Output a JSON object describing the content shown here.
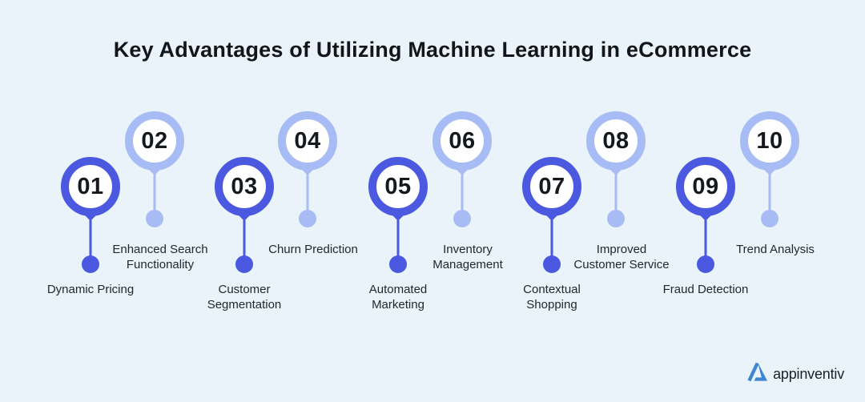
{
  "title": "Key Advantages of Utilizing Machine Learning in eCommerce",
  "items": [
    {
      "number": "01",
      "label": "Dynamic Pricing",
      "tone": "dark"
    },
    {
      "number": "02",
      "label": "Enhanced Search\nFunctionality",
      "tone": "light"
    },
    {
      "number": "03",
      "label": "Customer\nSegmentation",
      "tone": "dark"
    },
    {
      "number": "04",
      "label": "Churn Prediction",
      "tone": "light"
    },
    {
      "number": "05",
      "label": "Automated\nMarketing",
      "tone": "dark"
    },
    {
      "number": "06",
      "label": "Inventory\nManagement",
      "tone": "light"
    },
    {
      "number": "07",
      "label": "Contextual\nShopping",
      "tone": "dark"
    },
    {
      "number": "08",
      "label": "Improved\nCustomer Service",
      "tone": "light"
    },
    {
      "number": "09",
      "label": "Fraud Detection",
      "tone": "dark"
    },
    {
      "number": "10",
      "label": "Trend Analysis",
      "tone": "light"
    }
  ],
  "colors": {
    "background": "#E9F3F9",
    "primary": "#4A59E0",
    "secondary": "#A7BCF4",
    "title_text": "#121519",
    "label_text": "#23282D",
    "logo_mark": "#3D87D2",
    "logo_text": "#19222B"
  },
  "logo": {
    "text": "appinventiv",
    "mark": "appinventiv-triangle-logo"
  }
}
